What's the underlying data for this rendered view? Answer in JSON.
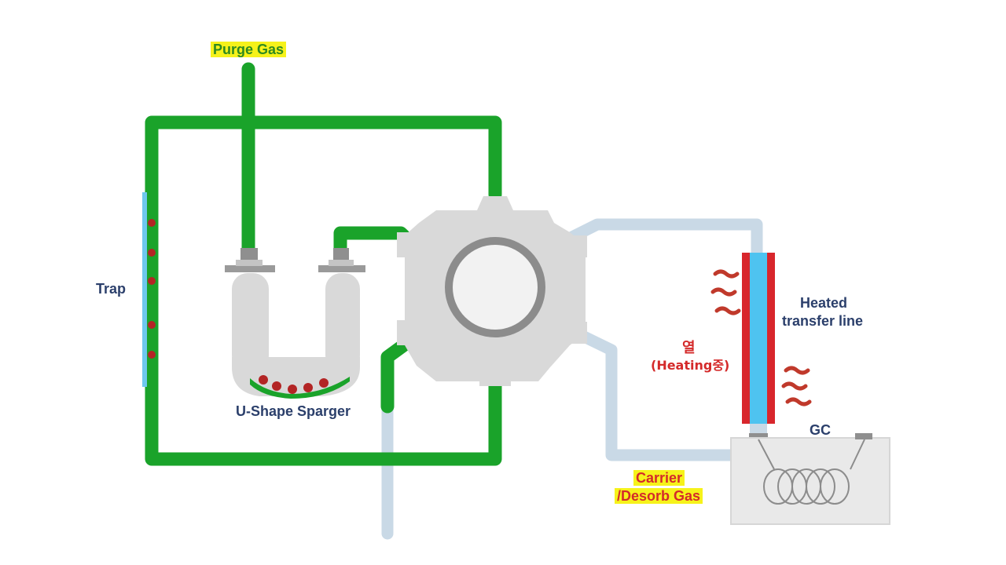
{
  "labels": {
    "purge_gas": "Purge Gas",
    "trap": "Trap",
    "u_shape_sparger": "U-Shape Sparger",
    "heated_transfer_line_1": "Heated",
    "heated_transfer_line_2": "transfer line",
    "heating_korean": "열",
    "heating_english": "(Heating중)",
    "gc": "GC",
    "carrier_line1": "Carrier",
    "carrier_line2": "/Desorb Gas"
  },
  "colors": {
    "purge_line": "#1aa32a",
    "carrier_line": "#c9d9e6",
    "valve_body": "#d9d9d9",
    "valve_ring": "#8c8c8c",
    "trap_tube": "#6ec8ee",
    "sorbent_bead": "#b32525",
    "heater": "#d8262c",
    "transfer_core": "#4ec3f0",
    "gc_box": "#e9e9e9",
    "highlight": "#f6f21a"
  },
  "icons": {
    "heat_wave": "heat-wave-icon",
    "gc_column": "coil-icon"
  }
}
